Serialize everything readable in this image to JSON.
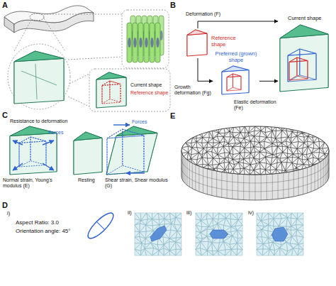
{
  "diagram": {
    "nodes": [
      {
        "text": [
          "Reference shape"
        ]
      },
      {
        "text": [
          "Preferred (grown) shape"
        ]
      },
      {
        "text": [
          "Current shape"
        ]
      }
    ],
    "edges": [
      {
        "from": 0,
        "to": 2,
        "arrow": "to",
        "label": "Deformation (F)"
      },
      {
        "from": 0,
        "to": 1,
        "arrow": "to",
        "label": "Growth deformation (Fg)"
      },
      {
        "from": 1,
        "to": 2,
        "arrow": "to",
        "label": "Elastic deformation (Fe)"
      }
    ],
    "labels": [
      "A",
      "Current shape",
      "Reference shape",
      "B",
      "C",
      "Resistance to deformation",
      "Forces",
      "Forces",
      "Normal strain, Young's modulus (E)",
      "Resting",
      "Shear strain, Shear modulus (G)",
      "D",
      "i)",
      "Aspect Ratio: 3.0",
      "Orientation angle: 45°",
      "ii)",
      "iii)",
      "iv)",
      "E"
    ]
  }
}
